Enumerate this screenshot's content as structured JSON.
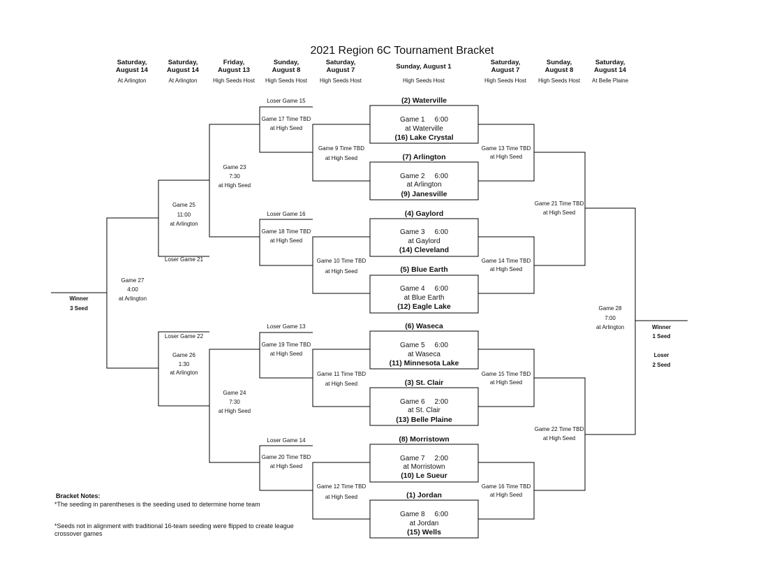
{
  "title": "2021 Region 6C Tournament Bracket",
  "columns": [
    {
      "day": "Saturday,",
      "date": "August 14",
      "host": "At Arlington"
    },
    {
      "day": "Saturday,",
      "date": "August 14",
      "host": "At Arlington"
    },
    {
      "day": "Friday,",
      "date": "August 13",
      "host": "High Seeds Host"
    },
    {
      "day": "Sunday,",
      "date": "August 8",
      "host": "High Seeds Host"
    },
    {
      "day": "Saturday,",
      "date": "August 7",
      "host": "High Seeds Host"
    },
    {
      "day": "Sunday, August 1",
      "date": "",
      "host": "High Seeds Host"
    },
    {
      "day": "Saturday,",
      "date": "August 7",
      "host": "High Seeds Host"
    },
    {
      "day": "Sunday,",
      "date": "August 8",
      "host": "High Seeds Host"
    },
    {
      "day": "Saturday,",
      "date": "August 14",
      "host": "At Belle Plaine"
    }
  ],
  "first_round": [
    {
      "top": "(2) Waterville",
      "game": "Game 1",
      "time": "6:00",
      "loc": "at Waterville",
      "bottom": "(16) Lake Crystal"
    },
    {
      "top": "(7) Arlington",
      "game": "Game 2",
      "time": "6:00",
      "loc": "at Arlington",
      "bottom": "(9) Janesville"
    },
    {
      "top": "(4) Gaylord",
      "game": "Game 3",
      "time": "6:00",
      "loc": "at Gaylord",
      "bottom": "(14) Cleveland"
    },
    {
      "top": "(5) Blue Earth",
      "game": "Game 4",
      "time": "6:00",
      "loc": "at Blue Earth",
      "bottom": "(12) Eagle Lake"
    },
    {
      "top": "(6) Waseca",
      "game": "Game 5",
      "time": "6:00",
      "loc": "at Waseca",
      "bottom": "(11) Minnesota Lake"
    },
    {
      "top": "(3) St. Clair",
      "game": "Game 6",
      "time": "2:00",
      "loc": "at St. Clair",
      "bottom": "(13) Belle Plaine"
    },
    {
      "top": "(8) Morristown",
      "game": "Game 7",
      "time": "2:00",
      "loc": "at Morristown",
      "bottom": "(10) Le Sueur"
    },
    {
      "top": "(1) Jordan",
      "game": "Game 8",
      "time": "6:00",
      "loc": "at Jordan",
      "bottom": "(15) Wells"
    }
  ],
  "right_games": {
    "g13": {
      "label": "Game 13   Time TBD",
      "loc": "at High Seed"
    },
    "g14": {
      "label": "Game 14   Time TBD",
      "loc": "at High Seed"
    },
    "g15": {
      "label": "Game 15   Time TBD",
      "loc": "at High Seed"
    },
    "g16": {
      "label": "Game 16   Time TBD",
      "loc": "at High Seed"
    },
    "g21": {
      "label": "Game 21 Time TBD",
      "loc": "at High Seed"
    },
    "g22": {
      "label": "Game 22 Time TBD",
      "loc": "at High Seed"
    },
    "g28": {
      "label": "Game 28",
      "time": "7:00",
      "loc": "at Arlington"
    }
  },
  "left_games": {
    "g9": {
      "label": "Game 9    Time TBD",
      "loc": "at High Seed"
    },
    "g10": {
      "label": "Game 10  Time TBD",
      "loc": "at High Seed"
    },
    "g11": {
      "label": "Game 11    Time TBD",
      "loc": "at High Seed"
    },
    "g12": {
      "label": "Game 12   Time TBD",
      "loc": "at High Seed"
    },
    "g17": {
      "loser": "Loser Game 15",
      "label": "Game 17   Time TBD",
      "loc": "at High Seed"
    },
    "g18": {
      "loser": "Loser Game 16",
      "label": "Game 18   Time TBD",
      "loc": "at High Seed"
    },
    "g19": {
      "loser": "Loser Game 13",
      "label": "Game 19   Time TBD",
      "loc": "at High Seed"
    },
    "g20": {
      "loser": "Loser Game 14",
      "label": "Game 20   Time TBD",
      "loc": "at High Seed"
    },
    "g23": {
      "label": "Game 23",
      "time": "7:30",
      "loc": "at High Seed"
    },
    "g24": {
      "label": "Game 24",
      "time": "7:30",
      "loc": "at High Seed"
    },
    "g25": {
      "label": "Game 25",
      "time": "11:00",
      "loc": "at Arlington",
      "loser": "Loser Game 21"
    },
    "g26": {
      "label": "Game 26",
      "time": "1:30",
      "loc": "at Arlington",
      "loser": "Loser Game 22"
    },
    "g27": {
      "label": "Game 27",
      "time": "4:00",
      "loc": "at Arlington"
    }
  },
  "results": {
    "left_label": "Winner",
    "left_seed": "3 Seed",
    "right_winner": "Winner",
    "right_winner_seed": "1 Seed",
    "right_loser": "Loser",
    "right_loser_seed": "2 Seed"
  },
  "notes": {
    "heading": "Bracket Notes:",
    "line1": "*The seeding in parentheses is the seeding used to determine home team",
    "line2a": "*Seeds not in alignment with traditional 16-team seeding were flipped to create league",
    "line2b": "crossover games"
  }
}
